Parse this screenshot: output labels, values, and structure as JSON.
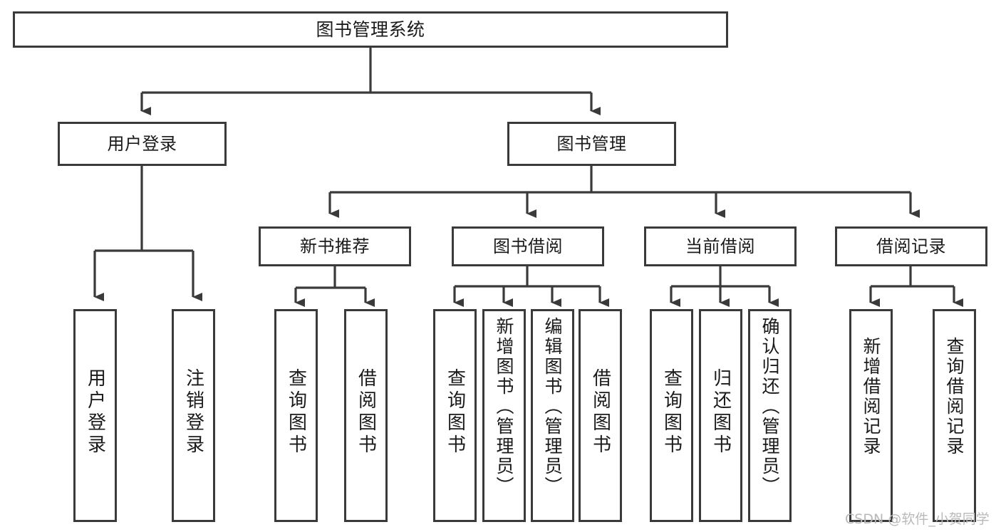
{
  "diagram": {
    "title": "图书管理系统",
    "type": "tree-hierarchy",
    "orientation": "top-down",
    "line_color": "#3a3a3a",
    "box_fill": "#ffffff",
    "text_color": "#1a1a1a"
  },
  "nodes": {
    "root": {
      "label": "图书管理系统",
      "level": 0
    },
    "level1": [
      {
        "id": "user-login",
        "label": "用户登录"
      },
      {
        "id": "book-management",
        "label": "图书管理"
      }
    ],
    "level2": [
      {
        "id": "new-book-recommend",
        "label": "新书推荐",
        "parent": "book-management"
      },
      {
        "id": "book-borrow",
        "label": "图书借阅",
        "parent": "book-management"
      },
      {
        "id": "current-borrow",
        "label": "当前借阅",
        "parent": "book-management"
      },
      {
        "id": "borrow-record",
        "label": "借阅记录",
        "parent": "book-management"
      }
    ],
    "leaves": {
      "user_login": [
        {
          "id": "leaf-user-login",
          "label": "用户登录"
        },
        {
          "id": "leaf-user-logout",
          "label": "注销登录"
        }
      ],
      "new_book_recommend": [
        {
          "id": "leaf-query-book-1",
          "label": "查询图书"
        },
        {
          "id": "leaf-borrow-book-1",
          "label": "借阅图书"
        }
      ],
      "book_borrow": [
        {
          "id": "leaf-query-book-2",
          "label": "查询图书"
        },
        {
          "id": "leaf-add-book",
          "label": "新增图书（管理员）"
        },
        {
          "id": "leaf-edit-book",
          "label": "编辑图书（管理员）"
        },
        {
          "id": "leaf-borrow-book-2",
          "label": "借阅图书"
        }
      ],
      "current_borrow": [
        {
          "id": "leaf-query-book-3",
          "label": "查询图书"
        },
        {
          "id": "leaf-return-book",
          "label": "归还图书"
        },
        {
          "id": "leaf-confirm-return",
          "label": "确认归还（管理员）"
        }
      ],
      "borrow_record": [
        {
          "id": "leaf-add-record",
          "label": "新增借阅记录"
        },
        {
          "id": "leaf-query-record",
          "label": "查询借阅记录"
        }
      ]
    }
  },
  "watermark": {
    "text": "CSDN @软件_小贺同学"
  }
}
